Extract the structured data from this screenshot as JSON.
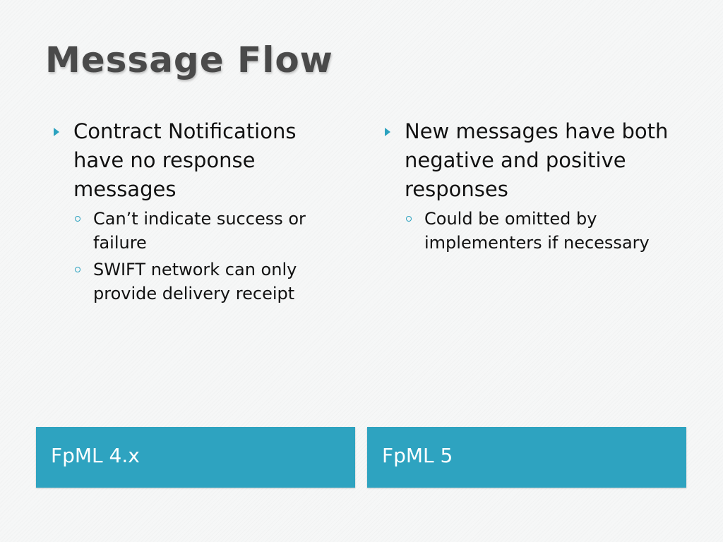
{
  "title": "Message Flow",
  "left": {
    "bullet": "Contract Notifications have no response messages",
    "sub": [
      "Can’t indicate success or failure",
      "SWIFT network can only provide delivery receipt"
    ],
    "footer": "FpML 4.x"
  },
  "right": {
    "bullet": "New messages have both negative and positive responses",
    "sub": [
      "Could be omitted by implementers if necessary"
    ],
    "footer": "FpML 5"
  },
  "colors": {
    "accent": "#2ea3c0",
    "title": "#4a4a4a"
  },
  "icons": {
    "bullet": "triangle-right-icon",
    "sub_bullet": "circle-outline-icon"
  }
}
